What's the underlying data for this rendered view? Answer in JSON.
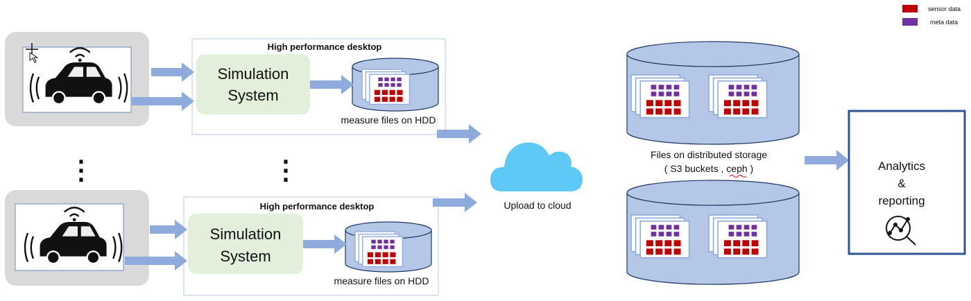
{
  "legend": {
    "items": [
      {
        "label": "sensor data",
        "color": "#c00000"
      },
      {
        "label": "meta data",
        "color": "#7030a0"
      }
    ]
  },
  "vehicles": {
    "icon": "car-with-sensors-icon",
    "separator": "⋮"
  },
  "pipelines": [
    {
      "desktop_title": "High performance desktop",
      "simulation_line1": "Simulation",
      "simulation_line2": "System",
      "hdd_label": "measure files on HDD"
    },
    {
      "desktop_title": "High performance desktop",
      "simulation_line1": "Simulation",
      "simulation_line2": "System",
      "hdd_label": "measure files on HDD"
    }
  ],
  "cloud": {
    "label": "Upload to cloud",
    "color": "#5ec8f6"
  },
  "storage": {
    "label_line1": "Files on distributed storage",
    "label_line2": "( S3 buckets , ceph )",
    "color": "#b4c7e7"
  },
  "analytics": {
    "line1": "Analytics",
    "line2": "&",
    "line3": "reporting",
    "icon": "magnifier-chart-icon"
  },
  "colors": {
    "arrow": "#8faadc",
    "simulation_fill": "#e2efda",
    "vehicle_panel": "#d9d9d9",
    "analytics_border": "#2f5597"
  }
}
